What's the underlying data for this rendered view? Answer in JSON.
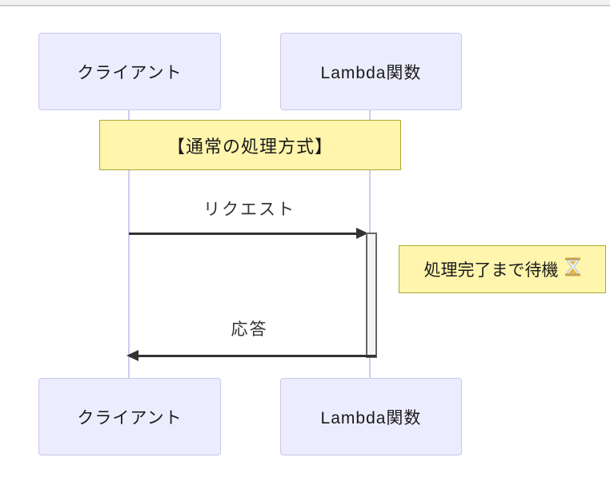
{
  "window": {
    "top_edge_color": "#f1f1f1",
    "top_edge_border_color": "#cccccc"
  },
  "diagram": {
    "type": "sequence",
    "actors": [
      {
        "id": "client",
        "label": "クライアント"
      },
      {
        "id": "lambda",
        "label": "Lambda関数"
      }
    ],
    "title_note": {
      "label": "【通常の処理方式】",
      "over": [
        "client",
        "lambda"
      ]
    },
    "messages": [
      {
        "from": "client",
        "to": "lambda",
        "label": "リクエスト",
        "arrow": "solid-right"
      },
      {
        "from": "lambda",
        "to": "client",
        "label": "応答",
        "arrow": "solid-left"
      }
    ],
    "side_note": {
      "label": "処理完了まで待機",
      "emoji": "⏳",
      "icon": "hourglass-icon",
      "right_of": "lambda"
    },
    "activation": {
      "on": "lambda",
      "start_message": "リクエスト",
      "end_message": "応答"
    },
    "colors": {
      "actor_fill": "#ececff",
      "actor_border": "#cdc6ec",
      "lifeline": "#d2cbf0",
      "note_fill": "#fff5ad",
      "note_border": "#aaaa33",
      "arrow": "#333333",
      "activation_fill": "#f4f4f4",
      "activation_border": "#666666",
      "text": "#1a1a1a"
    }
  }
}
